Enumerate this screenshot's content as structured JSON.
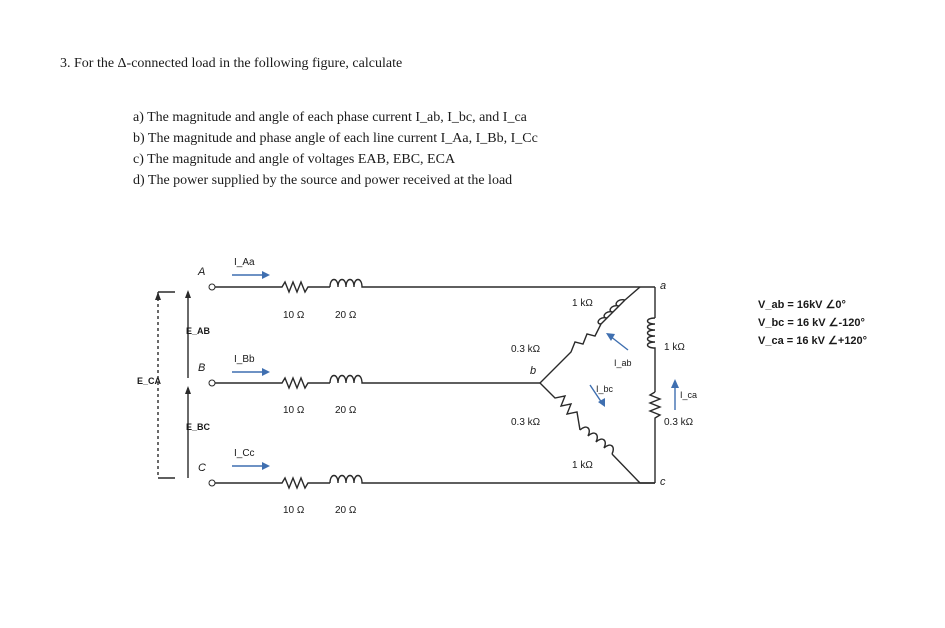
{
  "problem": {
    "number_and_title": "3.  For the Δ-connected load in the following figure, calculate",
    "items": [
      "a)  The magnitude and angle of each phase current I_ab, I_bc, and I_ca",
      "b)  The magnitude and phase angle of each line current I_Aa, I_Bb, I_Cc",
      "c)  The magnitude and angle of voltages EAB, EBC, ECA",
      "d)  The power supplied by the source and power received at the load"
    ]
  },
  "circuit": {
    "node_A": "A",
    "node_B": "B",
    "node_C": "C",
    "node_a": "a",
    "node_b": "b",
    "node_c": "c",
    "line_currents": [
      "I_Aa",
      "I_Bb",
      "I_Cc"
    ],
    "line_resistance": "10 Ω",
    "line_reactance": "20 Ω",
    "voltage_labels": {
      "eab": "E_AB",
      "ebc": "E_BC",
      "eca": "E_CA"
    },
    "load_res_ab": "0.3 kΩ",
    "load_ind_ab": "1 kΩ",
    "load_ind_ca": "1 kΩ",
    "load_res_ca": "0.3 kΩ",
    "load_res_bc": "0.3 kΩ",
    "load_ind_bc": "1 kΩ",
    "phase_currents": [
      "I_ab",
      "I_bc",
      "I_ca"
    ]
  },
  "source_voltages": [
    "V_ab = 16kV ∠0°",
    "V_bc = 16 kV ∠-120°",
    "V_ca = 16 kV ∠+120°"
  ]
}
